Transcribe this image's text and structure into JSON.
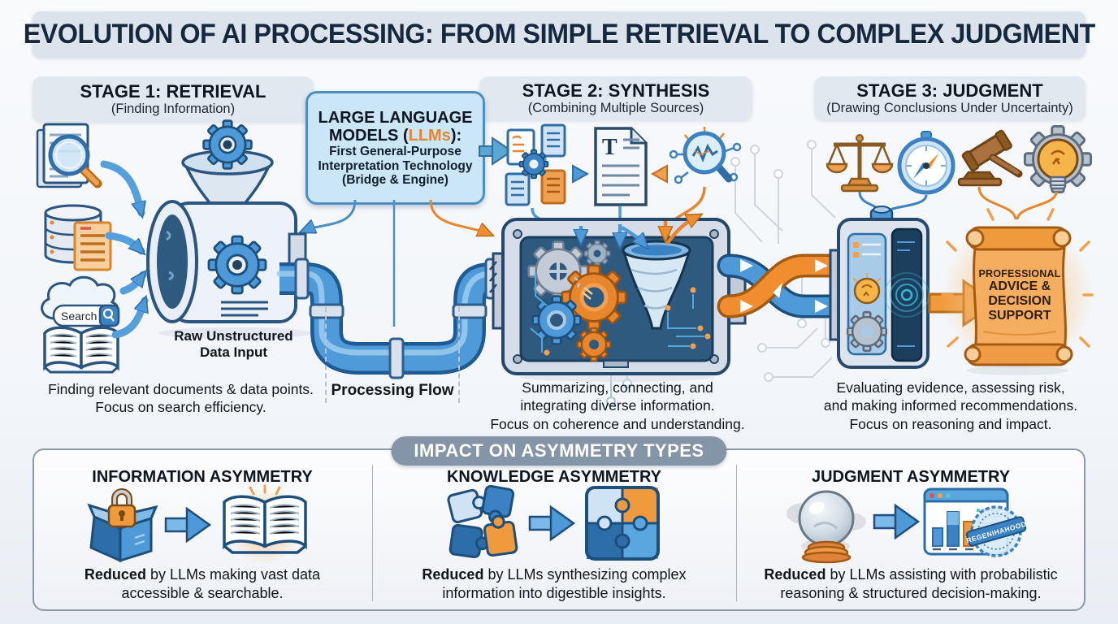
{
  "header": {
    "title": "EVOLUTION OF AI PROCESSING: FROM SIMPLE RETRIEVAL TO COMPLEX JUDGMENT"
  },
  "stages": [
    {
      "title": "STAGE 1: RETRIEVAL",
      "subtitle": "(Finding Information)",
      "search_label": "Search",
      "machine_caption_1": "Raw Unstructured",
      "machine_caption_2": "Data Input",
      "desc_lines": [
        "Finding relevant documents & data points.",
        "Focus on search efficiency."
      ]
    },
    {
      "title": "STAGE 2: SYNTHESIS",
      "subtitle": "(Combining Multiple Sources)",
      "t_doc_letter": "T",
      "desc_lines": [
        "Summarizing, connecting, and",
        "integrating diverse information.",
        "Focus on coherence and understanding."
      ]
    },
    {
      "title": "STAGE 3: JUDGMENT",
      "subtitle": "(Drawing Conclusions Under Uncertainty)",
      "scroll_lines": [
        "PROFESSIONAL",
        "ADVICE &",
        "DECISION",
        "SUPPORT"
      ],
      "desc_lines": [
        "Evaluating evidence, assessing risk,",
        "and making informed recommendations.",
        "Focus on reasoning and impact."
      ]
    }
  ],
  "llm_callout": {
    "line1": "LARGE LANGUAGE",
    "line2_pre": "MODELS (",
    "line2_highlight": "LLMs",
    "line2_post": "):",
    "line3": "First General-Purpose",
    "line4": "Interpretation Technology",
    "line5": "(Bridge & Engine)"
  },
  "flow_label": "Processing Flow",
  "impact": {
    "badge": "IMPACT ON ASYMMETRY TYPES",
    "stamp_text": "REGENIHAHOOD",
    "items": [
      {
        "title": "INFORMATION ASYMMETRY",
        "lead": "Reduced",
        "line1": " by LLMs making vast data",
        "line2": "accessible & searchable."
      },
      {
        "title": "KNOWLEDGE ASYMMETRY",
        "lead": "Reduced",
        "line1": " by LLMs synthesizing complex",
        "line2": "information into digestible insights."
      },
      {
        "title": "JUDGMENT ASYMMETRY",
        "lead": "Reduced",
        "line1": " by LLMs assisting with probabilistic",
        "line2": "reasoning & structured decision-making."
      }
    ]
  },
  "colors": {
    "accent_blue": "#4e9ad8",
    "deep_blue": "#2d6da8",
    "orange": "#ef8d2f",
    "navy_text": "#15283e",
    "panel_navy": "#2e5a80",
    "badge_gray": "#8595a8"
  }
}
